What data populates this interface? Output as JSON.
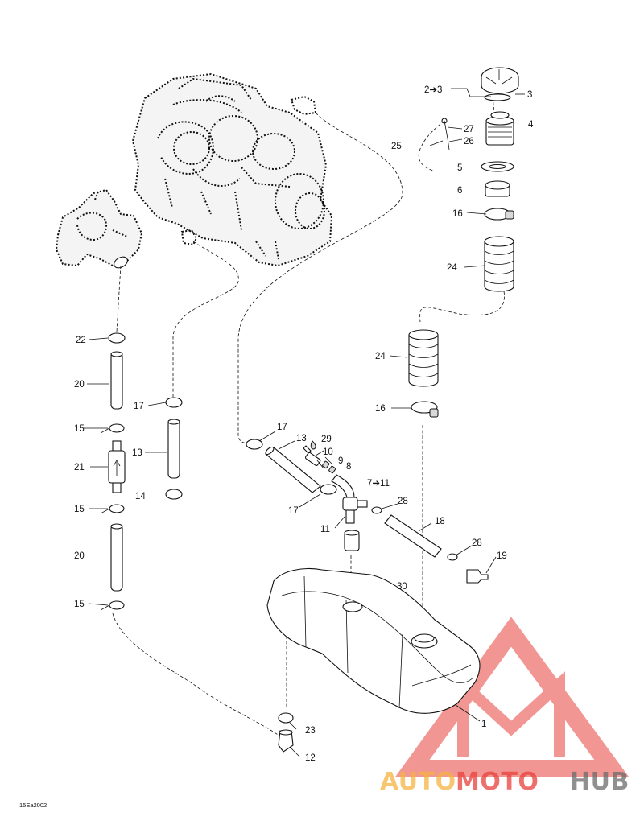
{
  "callouts": {
    "c1": "1",
    "c2to3": "2➔3",
    "c3": "3",
    "c4": "4",
    "c5": "5",
    "c6": "6",
    "c7to11": "7➔11",
    "c8": "8",
    "c9": "9",
    "c10": "10",
    "c11": "11",
    "c12": "12",
    "c13a": "13",
    "c13b": "13",
    "c14": "14",
    "c15a": "15",
    "c15b": "15",
    "c15c": "15",
    "c16a": "16",
    "c16b": "16",
    "c17a": "17",
    "c17b": "17",
    "c17c": "17",
    "c18": "18",
    "c19": "19",
    "c20a": "20",
    "c20b": "20",
    "c21": "21",
    "c22": "22",
    "c23": "23",
    "c24a": "24",
    "c24b": "24",
    "c25": "25",
    "c26": "26",
    "c27": "27",
    "c28a": "28",
    "c28b": "28",
    "c29": "29",
    "c30": "30"
  },
  "figure_code": "15Ea2002",
  "watermark": {
    "auto": "AUTO",
    "moto": "MOTO",
    "hub": "HUB",
    "color_orange": "#f5b342",
    "color_red": "#e8413c",
    "color_gray": "#6b6b6b"
  }
}
